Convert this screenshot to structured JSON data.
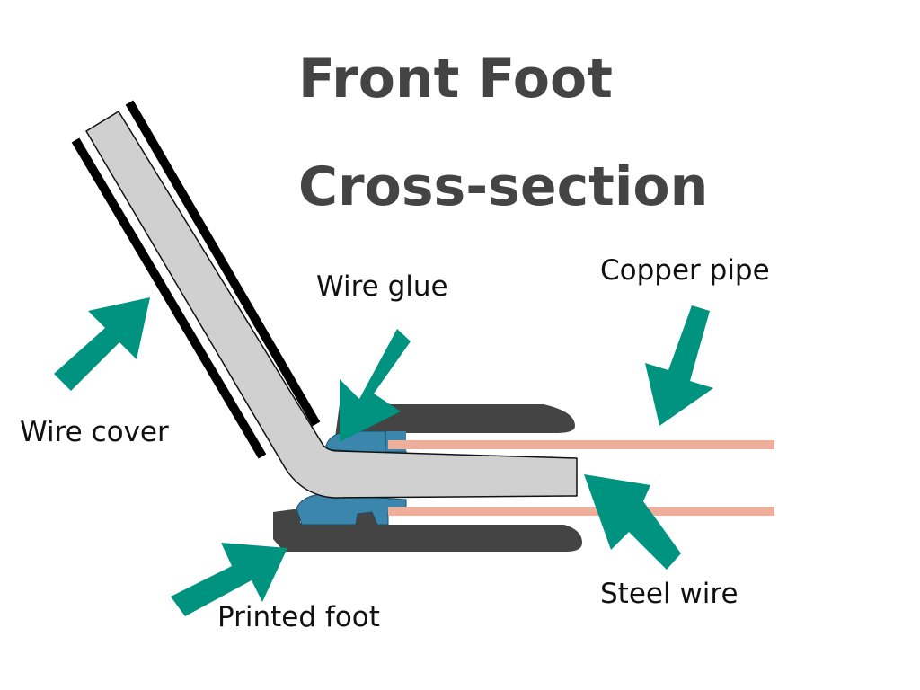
{
  "title": {
    "line1": "Front Foot",
    "line2": "Cross-section"
  },
  "labels": {
    "wire_cover": "Wire cover",
    "wire_glue": "Wire glue",
    "copper_pipe": "Copper pipe",
    "steel_wire": "Steel wire",
    "printed_foot": "Printed foot"
  },
  "colors": {
    "title": "#444444",
    "arrow": "#00937f",
    "foot": "#444444",
    "glue": "#3a86ad",
    "copper": "#eeae9a",
    "wire": "#d0d0d0",
    "cover": "#000000"
  }
}
